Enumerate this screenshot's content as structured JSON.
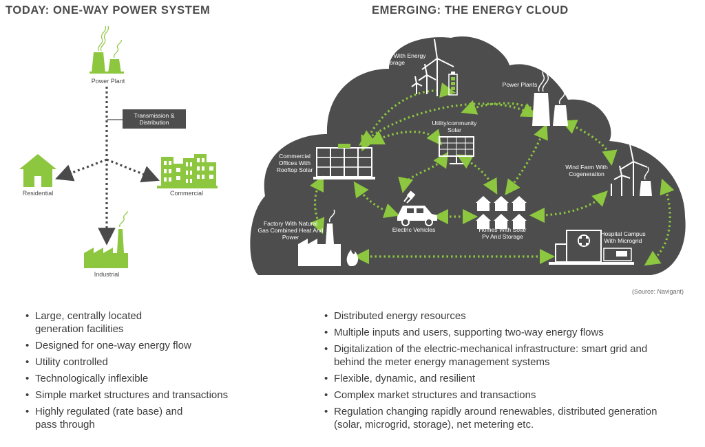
{
  "left": {
    "heading": "TODAY: ONE-WAY POWER SYSTEM",
    "labels": {
      "power_plant": "Power Plant",
      "transmission": "Transmission & Distribution",
      "residential": "Residential",
      "commercial": "Commercial",
      "industrial": "Industrial"
    },
    "bullets": [
      "Large, centrally located generation facilities",
      "Designed for one-way energy flow",
      "Utility controlled",
      "Technologically inflexible",
      "Simple market structures and transactions",
      "Highly regulated (rate base) and pass through"
    ]
  },
  "right": {
    "heading": "EMERGING: THE ENERGY CLOUD",
    "labels": {
      "wind_storage": "Wind Farm With Energy Storage",
      "power_plants": "Power Plants",
      "community_solar": "Utility/community Solar",
      "commercial_offices": "Commercial Offices With Rooftop Solar",
      "wind_cogen": "Wind Farm With Cogeneration",
      "factory": "Factory With Natural Gas Combined Heat And Power",
      "electric_vehicles": "Electric Vehicles",
      "homes": "Homes With Solar Pv And Storage",
      "hospital": "Hospital Campus With Microgrid"
    },
    "source": "(Source: Navigant)",
    "bullets": [
      "Distributed energy resources",
      "Multiple inputs and users, supporting two-way energy flows",
      "Digitalization of the electric-mechanical infrastructure: smart grid and behind the meter energy management systems",
      "Flexible, dynamic, and resilient",
      "Complex market structures and transactions",
      "Regulation changing rapidly around renewables, distributed generation (solar, microgrid, storage), net metering etc."
    ]
  },
  "colors": {
    "green": "#8dc63f",
    "cloud": "#4d4d4d",
    "dark": "#4a4a4a"
  }
}
